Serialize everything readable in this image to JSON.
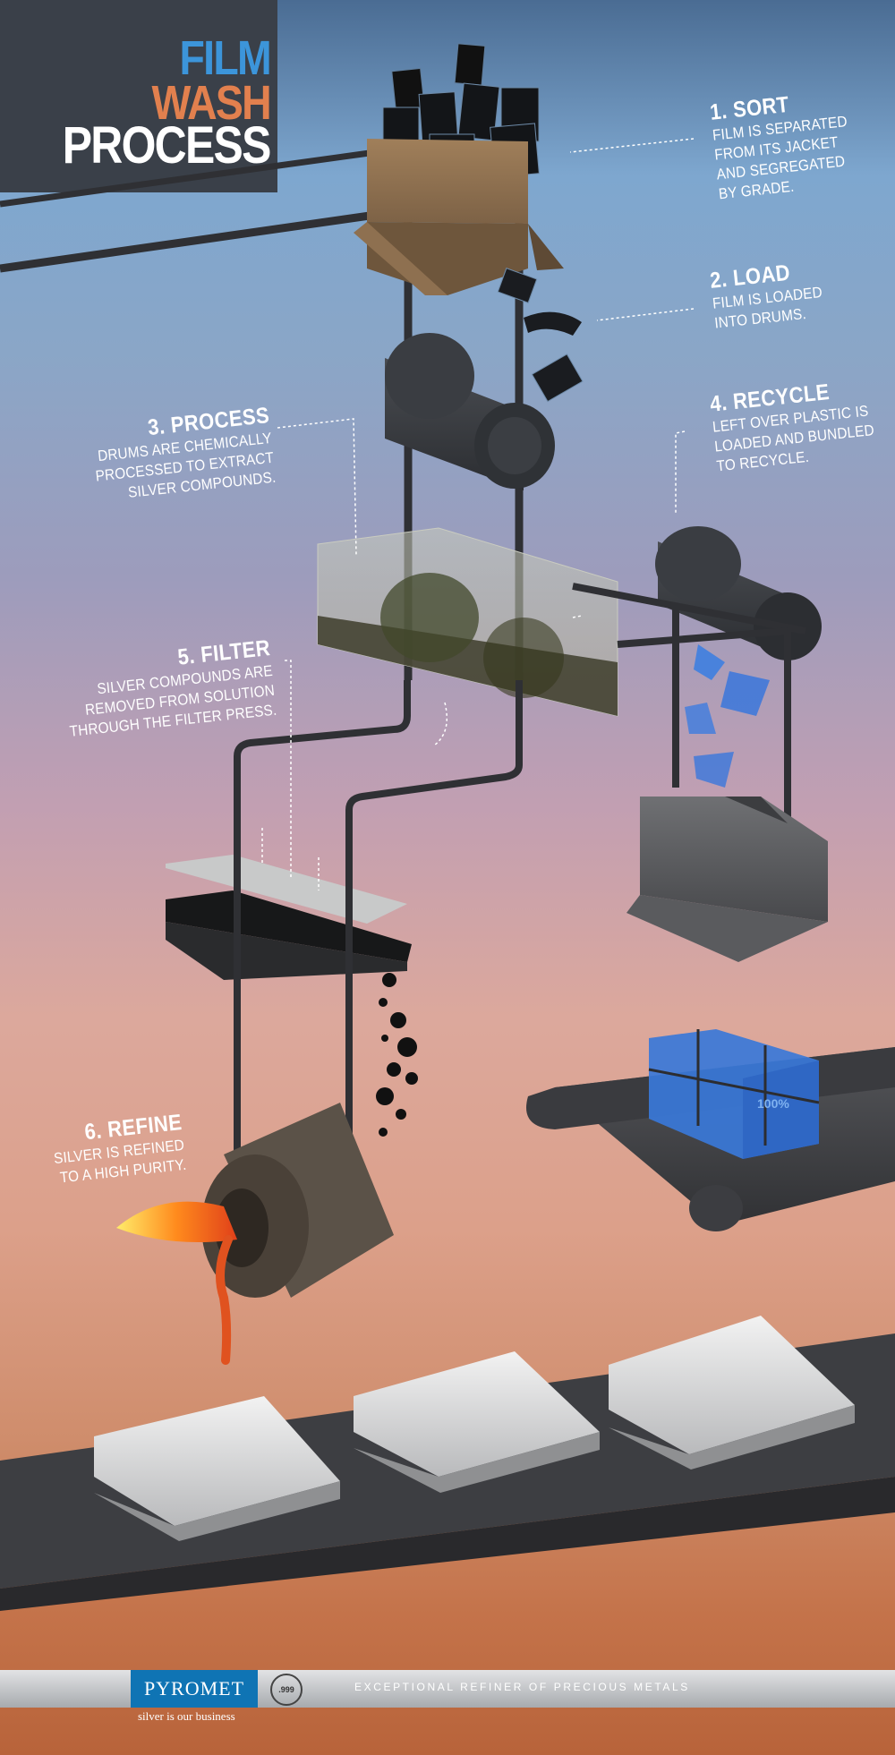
{
  "title": {
    "line1": "FILM",
    "line2": "WASH",
    "line3": "PROCESS"
  },
  "colors": {
    "accent_blue": "#3c95da",
    "accent_orange": "#e2804e",
    "brand_blue": "#0f74b4",
    "title_panel": "#3a4049"
  },
  "steps": {
    "sort": {
      "heading": "1. SORT",
      "lines": [
        "FILM IS SEPARATED",
        "FROM ITS JACKET",
        "AND SEGREGATED",
        "BY GRADE."
      ]
    },
    "load": {
      "heading": "2. LOAD",
      "lines": [
        "FILM IS LOADED",
        "INTO DRUMS."
      ]
    },
    "process": {
      "heading": "3. PROCESS",
      "lines": [
        "DRUMS ARE CHEMICALLY",
        "PROCESSED TO EXTRACT",
        "SILVER COMPOUNDS."
      ]
    },
    "recycle": {
      "heading": "4. RECYCLE",
      "lines": [
        "LEFT OVER PLASTIC IS",
        "LOADED AND BUNDLED",
        "TO RECYCLE."
      ]
    },
    "filter": {
      "heading": "5. FILTER",
      "lines": [
        "SILVER COMPOUNDS ARE",
        "REMOVED FROM SOLUTION",
        "THROUGH THE FILTER PRESS."
      ]
    },
    "refine": {
      "heading": "6. REFINE",
      "lines": [
        "SILVER IS REFINED",
        "TO A HIGH PURITY."
      ]
    }
  },
  "bundle_label": "100%",
  "footer": {
    "brand": "PYROMET",
    "seal_text": ".999",
    "motto": "EXCEPTIONAL REFINER OF PRECIOUS METALS",
    "tagline": "silver is our business"
  }
}
